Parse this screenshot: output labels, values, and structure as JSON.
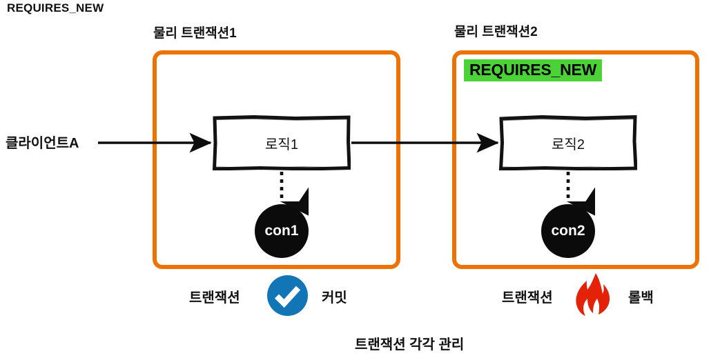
{
  "diagram": {
    "title": "REQUIRES_NEW",
    "bottom_caption": "트랜잭션 각각 관리",
    "client": {
      "label": "클라이언트A"
    },
    "colors": {
      "box_border_orange": "#ee7202",
      "highlight_green": "#4ad236",
      "commit_blue": "#1275b5",
      "rollback_red": "#e42207",
      "ink_black": "#111111",
      "circle_black": "#0b0b0b",
      "background": "#ffffff"
    },
    "transactions": [
      {
        "caption": "물리 트랜잭션1",
        "badge": null,
        "logic_label": "로직1",
        "connection_label": "con1",
        "status_prefix": "트랜잭션",
        "status_icon": "check-circle-icon",
        "status_result": "커밋"
      },
      {
        "caption": "물리 트랜잭션2",
        "badge": "REQUIRES_NEW",
        "logic_label": "로직2",
        "connection_label": "con2",
        "status_prefix": "트랜잭션",
        "status_icon": "flame-icon",
        "status_result": "롤백"
      }
    ]
  },
  "icons": {
    "arrow_client_to_logic1": "arrow-right-icon",
    "arrow_logic1_to_logic2": "arrow-right-icon",
    "arrow_logic1_to_con1": "dotted-arrow-down-icon",
    "arrow_logic2_to_con2": "dotted-arrow-down-icon",
    "commit": "check-circle-icon",
    "rollback": "flame-icon"
  }
}
